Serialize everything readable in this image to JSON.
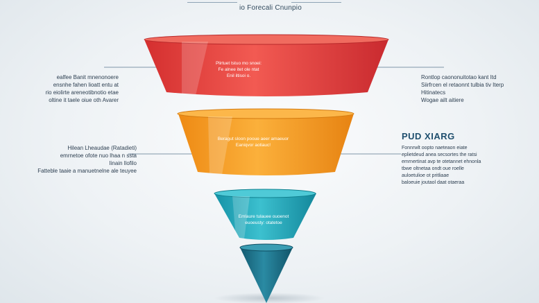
{
  "title": "io Forecali Cnunpio",
  "heading_right": "PUD XIARG",
  "stages": [
    {
      "color": "#e8403d",
      "text": [
        "Plirtuet tstuo mo snoei:",
        "Fe alnee itet ole ntat",
        "Enil iltisoi o."
      ]
    },
    {
      "color": "#f59a1e",
      "text": [
        "Beragut sloon pooue aeer amaeuor",
        "Eaniqvor aotiauc!"
      ]
    },
    {
      "color": "#1fa6b8",
      "text": [
        "Emlaure tulauee ouoenot",
        "euoeusty: otatetoe"
      ]
    },
    {
      "color": "#1a6f86",
      "text": []
    }
  ],
  "left_blocks": [
    {
      "lines": [
        "ealfee Banit mnenonoere",
        "ensnhe fahen lioatt entu at",
        "rio eiolirte areneotibnotio etae",
        "oltine it taele oiue oth Avarer"
      ]
    },
    {
      "lines": [
        "Hilean Lheaudae  (Ratadieti)",
        "emrnetoe ofote nuo lhaa n ssta",
        "Iinain llofilo",
        "Fatteble taaie a manuetnelne ale teuyee"
      ]
    }
  ],
  "right_blocks": [
    {
      "lines": [
        "Rontlop caononuitotao kant Itd",
        "Siirfrcen el retaonnt tulbia tiv Iterp",
        "Hitinatecs",
        "Wogae ailt aitiere"
      ]
    },
    {
      "lines": [
        "Fonnrwlt oopto naeteaon eiate",
        "eplietdeud anea secsortes the ratsi",
        "emrnertinat avp te otetannet ehnonla",
        "tbwe oltnetaa ondt oue roelle",
        "auloetulioe ot pritliaae",
        "baloeuie joutaol daat otaeraa"
      ]
    }
  ]
}
